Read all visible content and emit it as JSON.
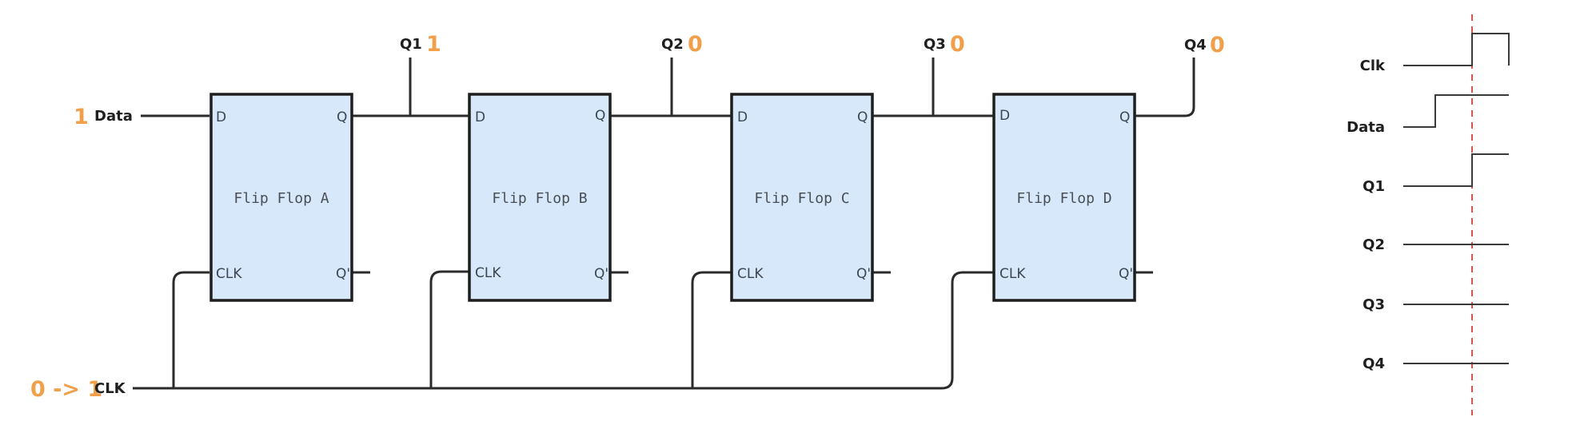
{
  "inputs": {
    "data": {
      "label": "Data",
      "value": "1"
    },
    "clk": {
      "label": "CLK",
      "value": "0 -> 1"
    }
  },
  "flip_flops": [
    {
      "name": "Flip Flop A",
      "pins": {
        "d": "D",
        "q": "Q",
        "clk": "CLK",
        "qn": "Q'"
      }
    },
    {
      "name": "Flip Flop B",
      "pins": {
        "d": "D",
        "q": "Q",
        "clk": "CLK",
        "qn": "Q'"
      }
    },
    {
      "name": "Flip Flop C",
      "pins": {
        "d": "D",
        "q": "Q",
        "clk": "CLK",
        "qn": "Q'"
      }
    },
    {
      "name": "Flip Flop D",
      "pins": {
        "d": "D",
        "q": "Q",
        "clk": "CLK",
        "qn": "Q'"
      }
    }
  ],
  "outputs": [
    {
      "label": "Q1",
      "value": "1"
    },
    {
      "label": "Q2",
      "value": "0"
    },
    {
      "label": "Q3",
      "value": "0"
    },
    {
      "label": "Q4",
      "value": "0"
    }
  ],
  "timing": {
    "signals": [
      {
        "label": "Clk",
        "levels": [
          0,
          1,
          0
        ]
      },
      {
        "label": "Data",
        "levels": [
          0,
          1,
          1
        ]
      },
      {
        "label": "Q1",
        "levels": [
          0,
          0,
          1
        ]
      },
      {
        "label": "Q2",
        "levels": [
          0,
          0,
          0
        ]
      },
      {
        "label": "Q3",
        "levels": [
          0,
          0,
          0
        ]
      },
      {
        "label": "Q4",
        "levels": [
          0,
          0,
          0
        ]
      }
    ],
    "cursor_color": "#d9534f"
  },
  "colors": {
    "value_accent": "#f0a04b",
    "ff_fill": "#d6e8fa",
    "wire": "#2b2b2b"
  }
}
